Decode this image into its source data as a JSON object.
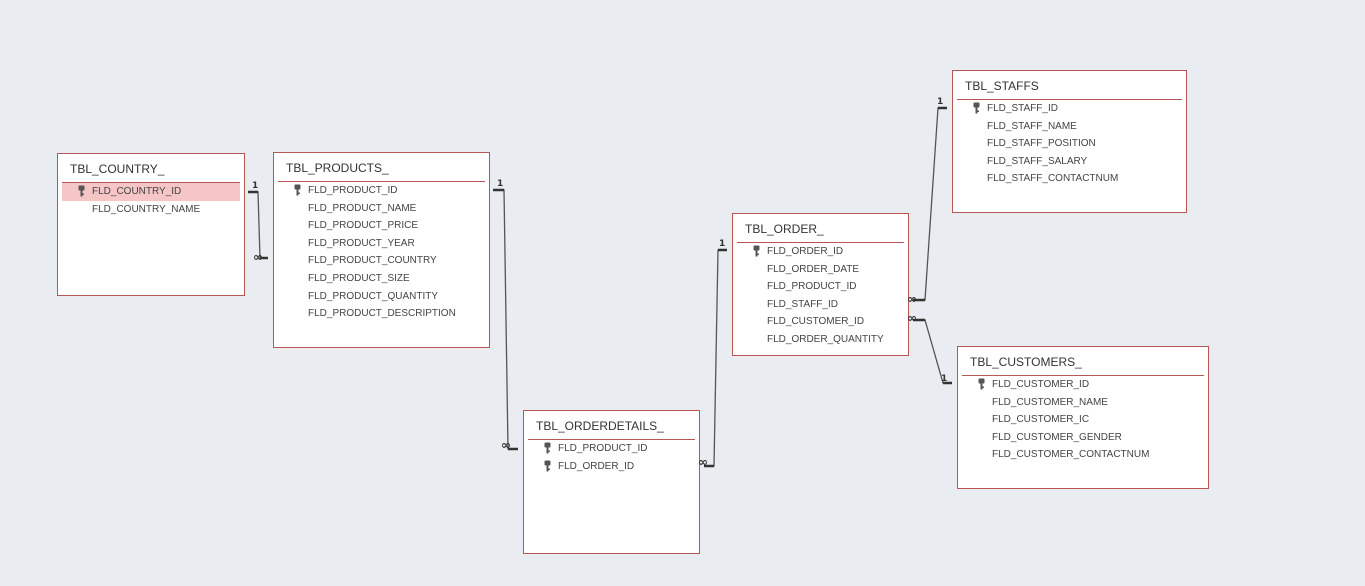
{
  "tables": [
    {
      "id": "country",
      "title": "TBL_COUNTRY_",
      "fields": [
        {
          "name": "FLD_COUNTRY_ID",
          "key": true,
          "selected": true
        },
        {
          "name": "FLD_COUNTRY_NAME",
          "key": false
        }
      ]
    },
    {
      "id": "products",
      "title": "TBL_PRODUCTS_",
      "fields": [
        {
          "name": "FLD_PRODUCT_ID",
          "key": true
        },
        {
          "name": "FLD_PRODUCT_NAME",
          "key": false
        },
        {
          "name": "FLD_PRODUCT_PRICE",
          "key": false
        },
        {
          "name": "FLD_PRODUCT_YEAR",
          "key": false
        },
        {
          "name": "FLD_PRODUCT_COUNTRY",
          "key": false
        },
        {
          "name": "FLD_PRODUCT_SIZE",
          "key": false
        },
        {
          "name": "FLD_PRODUCT_QUANTITY",
          "key": false
        },
        {
          "name": "FLD_PRODUCT_DESCRIPTION",
          "key": false
        }
      ]
    },
    {
      "id": "orderdetails",
      "title": "TBL_ORDERDETAILS_",
      "fields": [
        {
          "name": "FLD_PRODUCT_ID",
          "key": true
        },
        {
          "name": "FLD_ORDER_ID",
          "key": true
        }
      ]
    },
    {
      "id": "order",
      "title": "TBL_ORDER_",
      "fields": [
        {
          "name": "FLD_ORDER_ID",
          "key": true
        },
        {
          "name": "FLD_ORDER_DATE",
          "key": false
        },
        {
          "name": "FLD_PRODUCT_ID",
          "key": false
        },
        {
          "name": "FLD_STAFF_ID",
          "key": false
        },
        {
          "name": "FLD_CUSTOMER_ID",
          "key": false
        },
        {
          "name": "FLD_ORDER_QUANTITY",
          "key": false
        }
      ]
    },
    {
      "id": "staffs",
      "title": "TBL_STAFFS",
      "fields": [
        {
          "name": "FLD_STAFF_ID",
          "key": true
        },
        {
          "name": "FLD_STAFF_NAME",
          "key": false
        },
        {
          "name": "FLD_STAFF_POSITION",
          "key": false
        },
        {
          "name": "FLD_STAFF_SALARY",
          "key": false
        },
        {
          "name": "FLD_STAFF_CONTACTNUM",
          "key": false
        }
      ]
    },
    {
      "id": "customers",
      "title": "TBL_CUSTOMERS_",
      "fields": [
        {
          "name": "FLD_CUSTOMER_ID",
          "key": true
        },
        {
          "name": "FLD_CUSTOMER_NAME",
          "key": false
        },
        {
          "name": "FLD_CUSTOMER_IC",
          "key": false
        },
        {
          "name": "FLD_CUSTOMER_GENDER",
          "key": false
        },
        {
          "name": "FLD_CUSTOMER_CONTACTNUM",
          "key": false
        }
      ]
    }
  ],
  "relationships": [
    {
      "one": "country",
      "many": "products",
      "one_label": "1",
      "many_label": "∞"
    },
    {
      "one": "products",
      "many": "orderdetails",
      "one_label": "1",
      "many_label": "∞"
    },
    {
      "one": "order",
      "many": "orderdetails",
      "one_label": "1",
      "many_label": "∞"
    },
    {
      "one": "staffs",
      "many": "order",
      "one_label": "1",
      "many_label": "∞"
    },
    {
      "one": "customers",
      "many": "order",
      "one_label": "1",
      "many_label": "∞"
    }
  ],
  "colors": {
    "background": "#e9ecf0",
    "table_border": "#b85555",
    "selected_row": "#f6c5c5",
    "link_line": "#555555"
  },
  "icons": {
    "primary_key": "key-icon"
  }
}
